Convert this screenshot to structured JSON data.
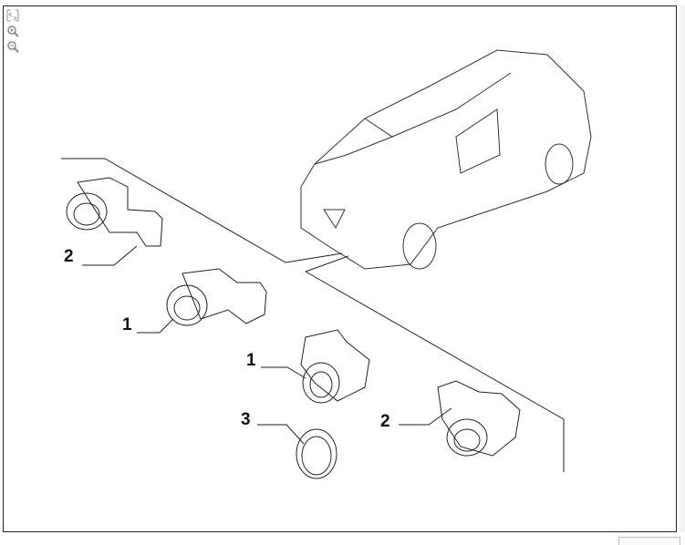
{
  "toolbar": {
    "fit_icon": "fit-to-screen-icon",
    "zoom_in_icon": "zoom-in-icon",
    "zoom_out_icon": "zoom-out-icon"
  },
  "callouts": [
    {
      "id": "2"
    },
    {
      "id": "1"
    },
    {
      "id": "1"
    },
    {
      "id": "3"
    },
    {
      "id": "2"
    }
  ]
}
